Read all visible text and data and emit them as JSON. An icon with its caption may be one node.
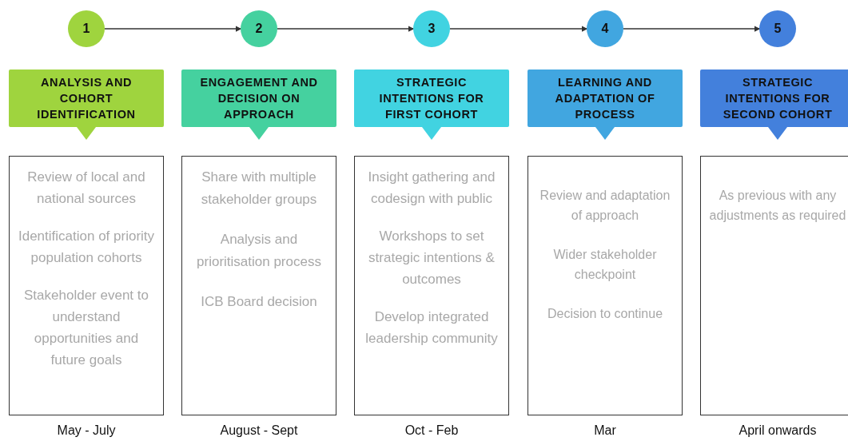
{
  "diagram": {
    "nodes": [
      {
        "text": [
          "1"
        ]
      },
      {
        "text": [
          "2"
        ]
      },
      {
        "text": [
          "3"
        ]
      },
      {
        "text": [
          "4"
        ]
      },
      {
        "text": [
          "5"
        ]
      },
      {
        "text": [
          "ANALYSIS AND COHORT IDENTIFICATION"
        ]
      },
      {
        "text": [
          "ENGAGEMENT AND DECISION ON APPROACH"
        ]
      },
      {
        "text": [
          "STRATEGIC INTENTIONS FOR FIRST COHORT"
        ]
      },
      {
        "text": [
          "LEARNING AND ADAPTATION OF PROCESS"
        ]
      },
      {
        "text": [
          "STRATEGIC INTENTIONS FOR SECOND COHORT"
        ]
      },
      {
        "text": [
          "Review of local and national sources",
          "Identification of priority population cohorts",
          "Stakeholder event to understand opportunities and future goals"
        ],
        "beside": [
          "May - July"
        ]
      },
      {
        "text": [
          "Share with multiple stakeholder groups",
          "Analysis and prioritisation process",
          "ICB Board decision"
        ],
        "beside": [
          "August - Sept"
        ]
      },
      {
        "text": [
          "Insight gathering and codesign with public",
          "Workshops to set strategic intentions & outcomes",
          "Develop integrated leadership community"
        ],
        "beside": [
          "Oct - Feb"
        ]
      },
      {
        "text": [
          "Review and adaptation of approach",
          "Wider stakeholder checkpoint",
          "Decision to continue"
        ],
        "beside": [
          "Mar"
        ]
      },
      {
        "text": [
          "As previous with any adjustments as required"
        ],
        "beside": [
          "April onwards"
        ]
      }
    ],
    "edges": [
      {
        "from": 0,
        "to": 1,
        "arrow": "to"
      },
      {
        "from": 1,
        "to": 2,
        "arrow": "to"
      },
      {
        "from": 2,
        "to": 3,
        "arrow": "to"
      },
      {
        "from": 3,
        "to": 4,
        "arrow": "to"
      }
    ]
  }
}
